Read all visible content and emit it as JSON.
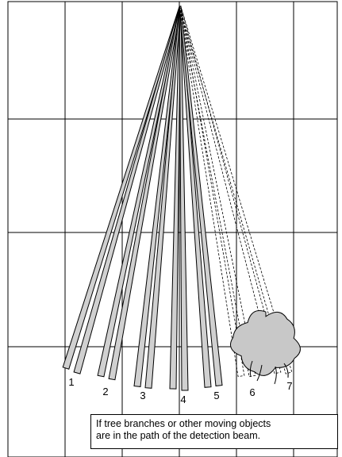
{
  "diagram": {
    "beams": [
      {
        "label": "1",
        "style": "solid"
      },
      {
        "label": "2",
        "style": "solid"
      },
      {
        "label": "3",
        "style": "solid"
      },
      {
        "label": "4",
        "style": "solid"
      },
      {
        "label": "5",
        "style": "solid"
      },
      {
        "label": "6",
        "style": "dashed"
      },
      {
        "label": "7",
        "style": "dashed"
      }
    ],
    "obstacle": {
      "name": "tree-icon",
      "fill": "#c8c8c8"
    },
    "colors": {
      "beam_fill": "#d0d0d0",
      "grid_line": "#000000",
      "background": "#ffffff"
    },
    "caption": {
      "line1": "If tree branches or other moving objects",
      "line2": "are in the path of the detection beam."
    }
  }
}
